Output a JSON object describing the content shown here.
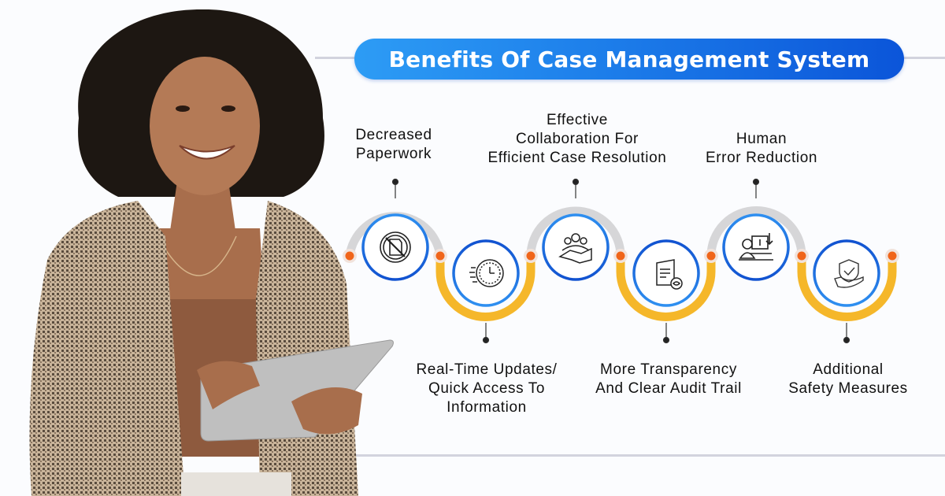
{
  "header": {
    "title": "Benefits Of Case Management System",
    "pill_gradient": [
      "#2d9cf5",
      "#0b55d9"
    ]
  },
  "colors": {
    "upper_arc": "#d6d6d8",
    "lower_arc": "#f5b72a",
    "node": "#f0651a",
    "ring_outer": "#1565d8",
    "ring_inner": "#2e8ff0",
    "line": "#d2d3de",
    "text": "#111111"
  },
  "benefits": [
    {
      "position": "top",
      "lines": [
        "Decreased",
        "Paperwork"
      ],
      "icon": "no-paper-icon"
    },
    {
      "position": "bottom",
      "lines": [
        "Real-Time Updates/",
        "Quick Access To",
        "Information"
      ],
      "icon": "fast-clock-icon"
    },
    {
      "position": "top",
      "lines": [
        "Effective",
        "Collaboration For",
        "Efficient Case Resolution"
      ],
      "icon": "team-handshake-icon"
    },
    {
      "position": "bottom",
      "lines": [
        "More Transparency",
        "And Clear Audit Trail"
      ],
      "icon": "audit-document-icon"
    },
    {
      "position": "top",
      "lines": [
        "Human",
        "Error Reduction"
      ],
      "icon": "person-computer-icon"
    },
    {
      "position": "bottom",
      "lines": [
        "Additional",
        "Safety Measures"
      ],
      "icon": "shield-hand-icon"
    }
  ],
  "image": {
    "subject": "smiling woman holding a tablet"
  }
}
